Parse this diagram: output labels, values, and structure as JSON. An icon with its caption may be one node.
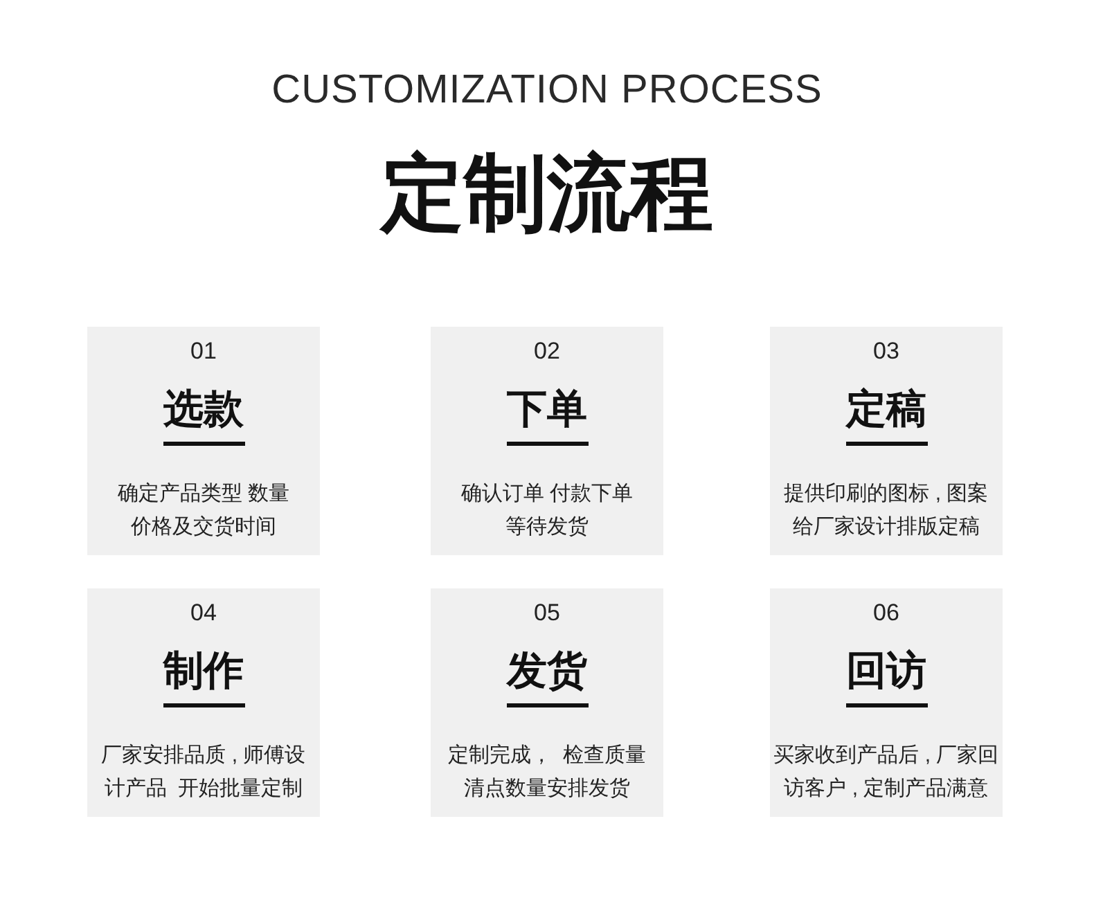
{
  "diagram": {
    "title": "定制流程",
    "labels": [
      "CUSTOMIZATION PROCESS"
    ],
    "nodes": [
      {
        "text": [
          "01",
          "选款",
          "确定产品类型 数量价格及交货时间"
        ]
      },
      {
        "text": [
          "02",
          "下单",
          "确认订单 付款下单等待发货"
        ]
      },
      {
        "text": [
          "03",
          "定稿",
          "提供印刷的图标 , 图案给厂家设计排版定稿"
        ]
      },
      {
        "text": [
          "04",
          "制作",
          "厂家安排品质 , 师傅设计产品  开始批量定制"
        ]
      },
      {
        "text": [
          "05",
          "发货",
          "定制完成，  检查质量清点数量安排发货"
        ]
      },
      {
        "text": [
          "06",
          "回访",
          "买家收到产品后 , 厂家回访客户 , 定制产品满意"
        ]
      }
    ]
  }
}
